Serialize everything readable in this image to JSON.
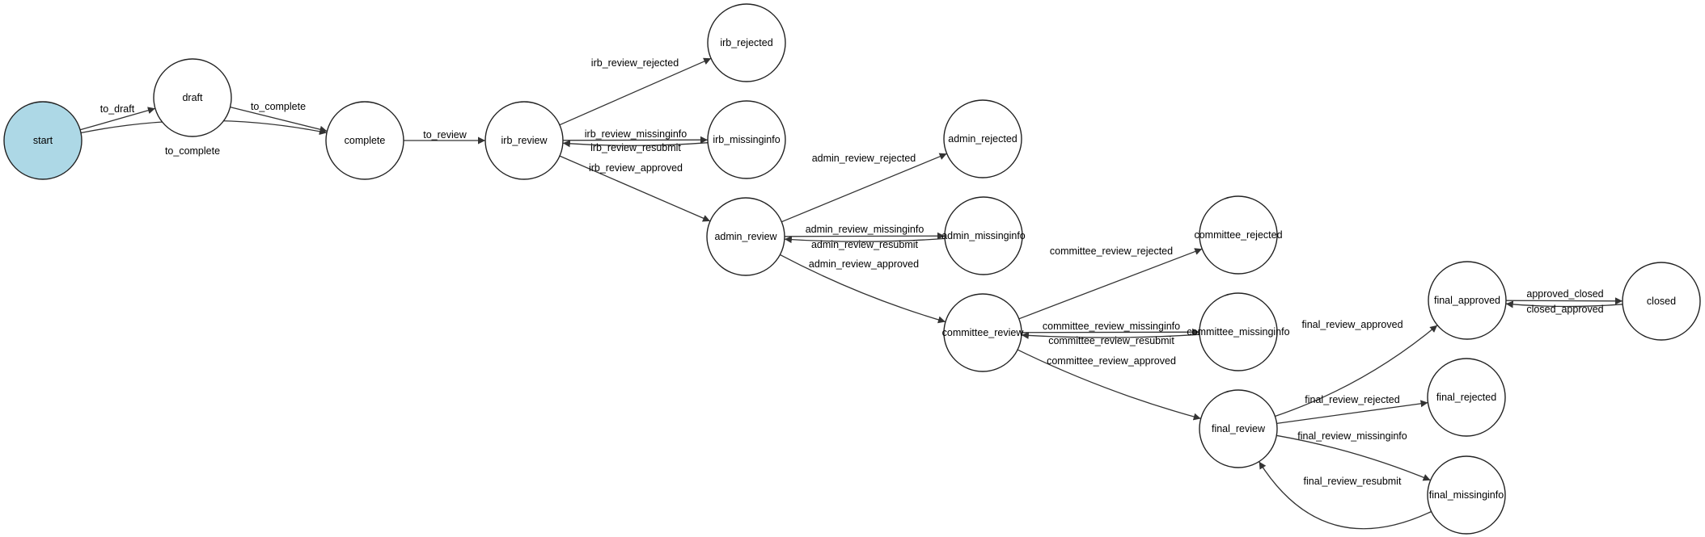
{
  "diagram": {
    "nodes": [
      {
        "id": "start",
        "label": "start",
        "initial": true
      },
      {
        "id": "draft",
        "label": "draft"
      },
      {
        "id": "complete",
        "label": "complete"
      },
      {
        "id": "irb_review",
        "label": "irb_review"
      },
      {
        "id": "irb_rejected",
        "label": "irb_rejected"
      },
      {
        "id": "irb_missinginfo",
        "label": "irb_missinginfo"
      },
      {
        "id": "admin_review",
        "label": "admin_review"
      },
      {
        "id": "admin_rejected",
        "label": "admin_rejected"
      },
      {
        "id": "admin_missinginfo",
        "label": "admin_missinginfo"
      },
      {
        "id": "committee_review",
        "label": "committee_review"
      },
      {
        "id": "committee_rejected",
        "label": "committee_rejected"
      },
      {
        "id": "committee_missinginfo",
        "label": "committee_missinginfo"
      },
      {
        "id": "final_review",
        "label": "final_review"
      },
      {
        "id": "final_approved",
        "label": "final_approved"
      },
      {
        "id": "final_rejected",
        "label": "final_rejected"
      },
      {
        "id": "final_missinginfo",
        "label": "final_missinginfo"
      },
      {
        "id": "closed",
        "label": "closed"
      }
    ],
    "edges": [
      {
        "from": "start",
        "to": "draft",
        "label": "to_draft"
      },
      {
        "from": "start",
        "to": "complete",
        "label": "to_complete"
      },
      {
        "from": "draft",
        "to": "complete",
        "label": "to_complete"
      },
      {
        "from": "complete",
        "to": "irb_review",
        "label": "to_review"
      },
      {
        "from": "irb_review",
        "to": "irb_rejected",
        "label": "irb_review_rejected"
      },
      {
        "from": "irb_review",
        "to": "irb_missinginfo",
        "label": "irb_review_missinginfo"
      },
      {
        "from": "irb_missinginfo",
        "to": "irb_review",
        "label": "irb_review_resubmit"
      },
      {
        "from": "irb_review",
        "to": "admin_review",
        "label": "irb_review_approved"
      },
      {
        "from": "admin_review",
        "to": "admin_rejected",
        "label": "admin_review_rejected"
      },
      {
        "from": "admin_review",
        "to": "admin_missinginfo",
        "label": "admin_review_missinginfo"
      },
      {
        "from": "admin_missinginfo",
        "to": "admin_review",
        "label": "admin_review_resubmit"
      },
      {
        "from": "admin_review",
        "to": "committee_review",
        "label": "admin_review_approved"
      },
      {
        "from": "committee_review",
        "to": "committee_rejected",
        "label": "committee_review_rejected"
      },
      {
        "from": "committee_review",
        "to": "committee_missinginfo",
        "label": "committee_review_missinginfo"
      },
      {
        "from": "committee_missinginfo",
        "to": "committee_review",
        "label": "committee_review_resubmit"
      },
      {
        "from": "committee_review",
        "to": "final_review",
        "label": "committee_review_approved"
      },
      {
        "from": "final_review",
        "to": "final_approved",
        "label": "final_review_approved"
      },
      {
        "from": "final_review",
        "to": "final_rejected",
        "label": "final_review_rejected"
      },
      {
        "from": "final_review",
        "to": "final_missinginfo",
        "label": "final_review_missinginfo"
      },
      {
        "from": "final_missinginfo",
        "to": "final_review",
        "label": "final_review_resubmit"
      },
      {
        "from": "final_approved",
        "to": "closed",
        "label": "approved_closed"
      },
      {
        "from": "closed",
        "to": "final_approved",
        "label": "closed_approved"
      }
    ],
    "colors": {
      "initial_fill": "#add8e6",
      "node_fill": "#ffffff",
      "stroke": "#222222"
    }
  }
}
